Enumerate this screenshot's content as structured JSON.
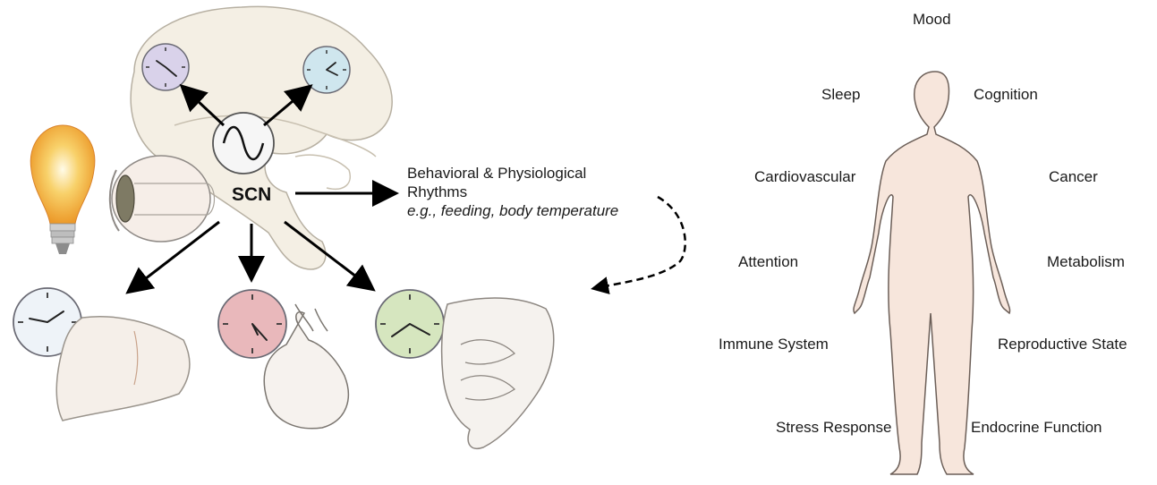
{
  "scn_label": "SCN",
  "rhythms": {
    "line1": "Behavioral & Physiological",
    "line2": "Rhythms",
    "example": "e.g., feeding, body temperature"
  },
  "outcomes": {
    "mood": "Mood",
    "sleep": "Sleep",
    "cognition": "Cognition",
    "cardiovascular": "Cardiovascular",
    "cancer": "Cancer",
    "attention": "Attention",
    "metabolism": "Metabolism",
    "immune": "Immune System",
    "reproductive": "Reproductive State",
    "stress": "Stress Response",
    "endocrine": "Endocrine Function"
  },
  "icons": [
    "brain-icon",
    "eye-icon",
    "light-bulb-icon",
    "liver-icon",
    "heart-icon",
    "intestine-icon",
    "human-body-icon",
    "clock-icon",
    "sine-wave-icon"
  ],
  "colors": {
    "brain_fill": "#f4efe4",
    "body_fill": "#f7e6dc",
    "clock_purple": "#d9d2ea",
    "clock_blue": "#cfe6ee",
    "clock_white": "#eef3f8",
    "clock_pink": "#e9b8bb",
    "clock_green": "#d6e6bf",
    "bulb_glow": "#f5b23a",
    "arrow": "#000000"
  }
}
